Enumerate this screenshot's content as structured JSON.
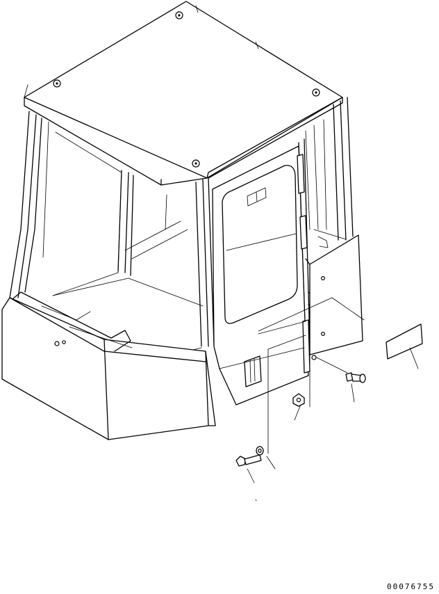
{
  "diagram": {
    "drawing_number": "00076755",
    "parts": [
      {
        "id": "cab-assembly"
      },
      {
        "id": "door"
      },
      {
        "id": "decal-plate"
      },
      {
        "id": "bolt-upper"
      },
      {
        "id": "nut"
      },
      {
        "id": "bolt-lower"
      },
      {
        "id": "washer"
      }
    ]
  }
}
